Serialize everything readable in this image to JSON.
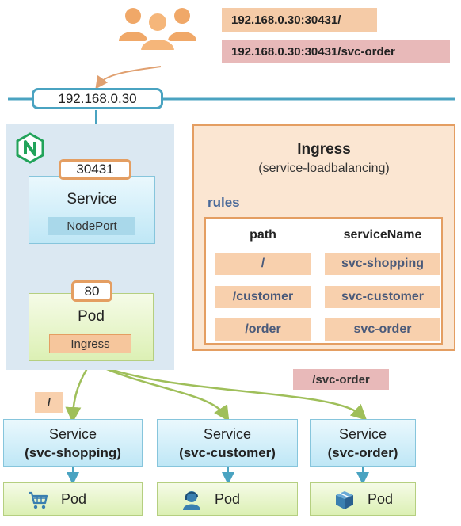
{
  "users": {
    "icon": "users-icon"
  },
  "urls": [
    {
      "text": "192.168.0.30:30431/",
      "color": "#f5cba7"
    },
    {
      "text": "192.168.0.30:30431/svc-order",
      "color": "#e8b9b9"
    }
  ],
  "network": {
    "ip": "192.168.0.30"
  },
  "nginx": {
    "icon": "nginx-icon"
  },
  "service_main": {
    "port": "30431",
    "title": "Service",
    "type": "NodePort"
  },
  "pod_main": {
    "port": "80",
    "title": "Pod",
    "tag": "Ingress"
  },
  "ingress": {
    "title": "Ingress",
    "subtitle": "(service-loadbalancing)",
    "rules_label": "rules",
    "columns": [
      "path",
      "serviceName"
    ],
    "rows": [
      {
        "path": "/",
        "service": "svc-shopping"
      },
      {
        "path": "/customer",
        "service": "svc-customer"
      },
      {
        "path": "/order",
        "service": "svc-order"
      }
    ]
  },
  "route_labels": {
    "order": "/svc-order",
    "root": "/"
  },
  "services": [
    {
      "title": "Service",
      "name": "(svc-shopping)",
      "pod": "Pod",
      "icon": "shopping-cart-icon"
    },
    {
      "title": "Service",
      "name": "(svc-customer)",
      "pod": "Pod",
      "icon": "customer-icon"
    },
    {
      "title": "Service",
      "name": "(svc-order)",
      "pod": "Pod",
      "icon": "package-icon"
    }
  ],
  "colors": {
    "line_blue": "#4aa3c1",
    "arrow_green": "#9fbf5a",
    "orange": "#e49e62",
    "panel_blue": "#dbe8f2"
  }
}
